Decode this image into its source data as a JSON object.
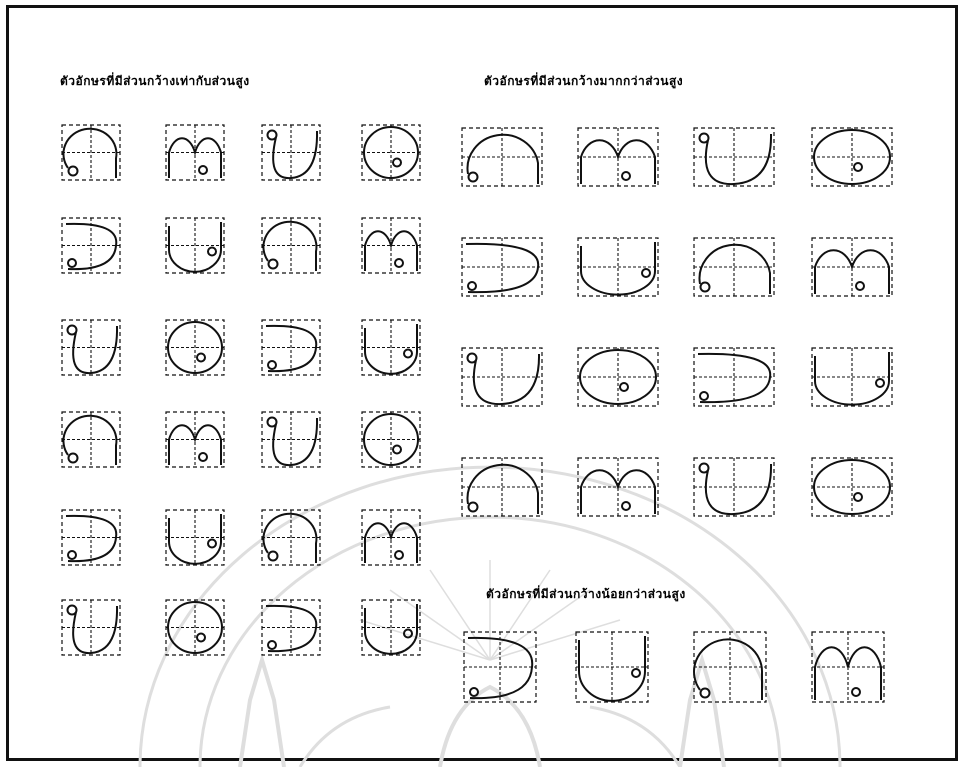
{
  "sections": [
    {
      "heading": "ตัวอักษรที่มีส่วนกว้างเท่ากับส่วนสูง"
    },
    {
      "heading": "ตัวอักษรที่มีส่วนกว้างมากกว่าส่วนสูง"
    },
    {
      "heading": "ตัวอักษรที่มีส่วนกว้างน้อยกว่าส่วนสูง"
    }
  ],
  "colors": {
    "ink": "#111111",
    "watermark": "#d9d9d9"
  }
}
